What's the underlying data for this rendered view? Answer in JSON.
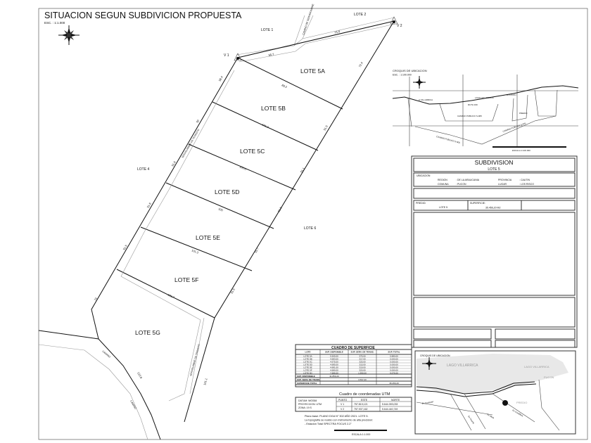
{
  "title": "SITUACION SEGUN SUBDIVICION PROPUESTA",
  "scale": "ESC. : 1:1.000",
  "vertices": {
    "v1": "V 1",
    "v2": "V 2"
  },
  "neighbors": {
    "lote1": "LOTE 1",
    "lote2": "LOTE 2",
    "lote4": "LOTE 4",
    "lote6": "LOTE 6"
  },
  "road_labels": {
    "camino_top": "CAMINO DE SERVIDUMBRE",
    "serv_a": "SERVIDUMBRE DE TRANSITO",
    "serv_b": "SERVIDUMBRE DE TRANSITO",
    "camino_left": "CAMINO",
    "camino_left2": "CAMINO"
  },
  "lots": [
    {
      "name": "LOTE 5A"
    },
    {
      "name": "LOTE 5B"
    },
    {
      "name": "LOTE 5C"
    },
    {
      "name": "LOTE 5D"
    },
    {
      "name": "LOTE 5E"
    },
    {
      "name": "LOTE 5F"
    },
    {
      "name": "LOTE 5G"
    }
  ],
  "dimensions": {
    "top_left": "55.7",
    "top_right": "75.8",
    "east_top": "72.4",
    "d1": "89.3",
    "d2": "101.2",
    "d3": "100.6",
    "d4": "100",
    "d5": "101.3",
    "d6": "101.7",
    "w1": "58.4",
    "w2": "50",
    "w3": "51.6",
    "w4": "51.6",
    "w5": "51.5",
    "w6": "73",
    "e1": "51.5",
    "e2": "51.1",
    "e3": "51.5",
    "e4": "51.7",
    "e5": "51.5",
    "e6": "101.1",
    "sw": "122.8"
  },
  "croquis_top": {
    "title": "CROQUIS DE UBICACION",
    "scale": "ESC. : 1:100.000",
    "labels": [
      "LAGO VILLARRICA",
      "A PUCON",
      "A VILLARRICA",
      "RUTA 199",
      "CAMINO PUBLICO S-905",
      "PREDIO",
      "CAMINO PUBLICO S-905",
      "CAMINO PUBLICO S-905"
    ],
    "scale_bar": "ESCALA 1:100.000"
  },
  "title_block": {
    "heading": "SUBDIVISION",
    "subheading": "LOTE 5",
    "ubicacion_label": "UBICACION",
    "region_label": "REGION",
    "region_value": ": DE LA ARAUCANIA",
    "provincia_label": "PROVINCIA",
    "provincia_value": ": CAUTIN",
    "comuna_label": "COMUNA",
    "comuna_value": ": PUCON",
    "lugar_label": "LUGAR",
    "lugar_value": ": LOS RISCO",
    "predio_label": "PREDIO:",
    "predio_value": "LOTE 5",
    "superficie_label": "SUPERFICIE:",
    "superficie_value": "35.456,20 M2"
  },
  "surface_table": {
    "title": "CUADRO DE SUPERFICIE",
    "headers": [
      "LOTE",
      "SUP. DISPONIBLE",
      "SUP. SERV. DE TRANS.",
      "SUP. TOTAL"
    ],
    "rows": [
      [
        "LOTE 5A",
        "5.505,00",
        "375,00",
        "5.880,00"
      ],
      [
        "LOTE 5B",
        "4.683,00",
        "317,00",
        "5.000,00"
      ],
      [
        "LOTE 5C",
        "4.675,00",
        "325,00",
        "5.000,00"
      ],
      [
        "LOTE 5D",
        "4.685,00",
        "315,00",
        "5.000,00"
      ],
      [
        "LOTE 5E",
        "4.681,00",
        "319,00",
        "5.000,00"
      ],
      [
        "LOTE 5F",
        "4.680,00",
        "320,00",
        "5.000,00"
      ],
      [
        "LOTE 5G",
        "7.586,00",
        "1.990,00",
        "9.576,00"
      ]
    ],
    "totals": [
      [
        "SUP. DISPONIBLE",
        "31.859,20",
        "",
        ""
      ],
      [
        "SUP. SERV. DE TRANS.",
        "",
        "3.597,00",
        ""
      ],
      [
        "SUPERFICIE TOTAL",
        "",
        "",
        "35.456,20"
      ]
    ]
  },
  "coords": {
    "title": "Cuadro de coordenadas UTM",
    "datum": "DATUM: WGS84",
    "proyeccion": "PROYECCION: UTM",
    "zona": "ZONA: 19 S",
    "headers": [
      "PUNTO",
      "ESTE",
      "NORTE"
    ],
    "rows": [
      [
        "V 1",
        "757.819,121",
        "5.644.393,033"
      ],
      [
        "V 2",
        "757.937,162",
        "5.644.440,749"
      ]
    ]
  },
  "notes": [
    "Plano base: PLANO DGA N° 302 AÑO 2021. LOTE 5.",
    "La topografia se realizo con instrumento de alta precision:",
    "- Estacion Total SPECTRA FOCUS 2.2\""
  ],
  "scale_bar_label": "ESCALA 1:1.000",
  "croquis_bottom": {
    "title": "CROQUIS DE UBICACION",
    "labels": [
      "LAGO VILLARRICA",
      "LAGO VILLARRICA",
      "PUCON",
      "PREDIO",
      "Ex Cordillera",
      "Ex Meta",
      "Ex Huerta",
      "Ex Coniquel"
    ]
  }
}
